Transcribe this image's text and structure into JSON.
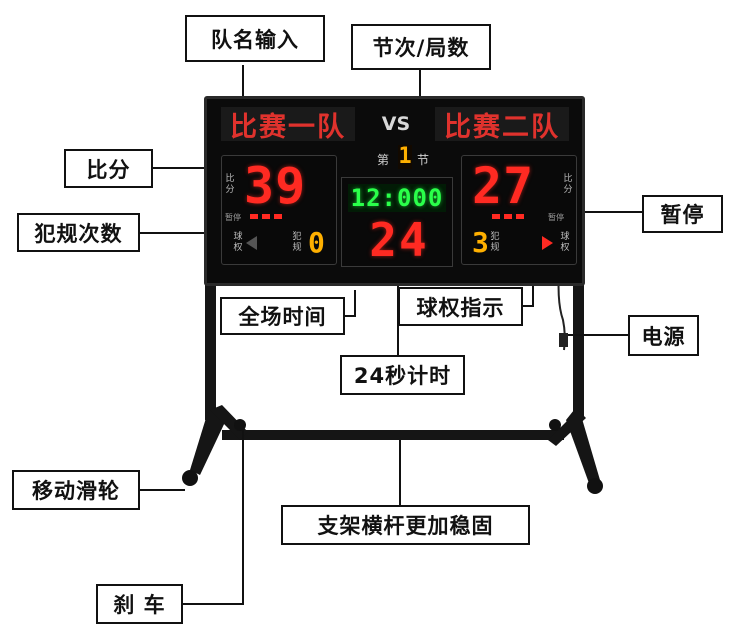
{
  "callouts": {
    "team_name_input": "队名输入",
    "period_count": "节次/局数",
    "score": "比分",
    "foul_count": "犯规次数",
    "timeout": "暂停",
    "game_clock": "全场时间",
    "possession": "球权指示",
    "power": "电源",
    "shot_clock": "24秒计时",
    "caster": "移动滑轮",
    "stand_bar": "支架横杆更加稳固",
    "brake": "刹 车"
  },
  "board": {
    "home_name": "比赛一队",
    "away_name": "比赛二队",
    "vs": "VS",
    "period_prefix": "第",
    "period_value": "1",
    "period_suffix": "节",
    "home_score": "39",
    "away_score": "27",
    "score_label": "比分",
    "timeout_label": "暂停",
    "home_timeouts": 3,
    "away_timeouts": 3,
    "possession_label": "球权",
    "foul_label": "犯规",
    "home_fouls": "0",
    "away_fouls": "3",
    "game_clock": "12:000",
    "shot_clock": "24"
  },
  "colors": {
    "led_red": "#ff2a22",
    "led_green": "#2aff4a",
    "led_amber": "#ffb000",
    "frame": "#111111"
  }
}
